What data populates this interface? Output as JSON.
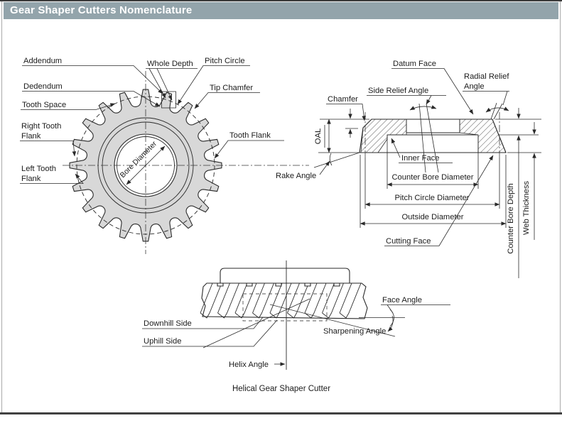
{
  "header": {
    "title": "Gear Shaper Cutters Nomenclature"
  },
  "colors": {
    "header_bg": "#93a4ab",
    "header_text": "#ffffff",
    "gear_fill": "#d8d8d8",
    "line": "#2a2a2a"
  },
  "front_view": {
    "addendum": "Addendum",
    "dedendum": "Dedendum",
    "tooth_space": "Tooth Space",
    "right_tooth_flank": [
      "Right Tooth",
      "Flank"
    ],
    "left_tooth_flank": [
      "Left Tooth",
      "Flank"
    ],
    "whole_depth": "Whole Depth",
    "pitch_circle": "Pitch Circle",
    "tip_chamfer": "Tip Chamfer",
    "tooth_flank": "Tooth Flank",
    "bore_diameter": "Bore Diameter"
  },
  "section_view": {
    "datum_face": "Datum Face",
    "radial_relief_angle": [
      "Radial Relief",
      "Angle"
    ],
    "side_relief_angle": "Side Relief Angle",
    "chamfer": "Chamfer",
    "oal": "OAL",
    "rake_angle": "Rake Angle",
    "inner_face": "Inner Face",
    "counter_bore_diameter": "Counter Bore Diameter",
    "pitch_circle_diameter": "Pitch Circle Diameter",
    "outside_diameter": "Outside Diameter",
    "cutting_face": "Cutting Face",
    "counter_bore_depth": "Counter Bore Depth",
    "web_thickness": "Web Thickness"
  },
  "helical_view": {
    "face_angle": "Face Angle",
    "sharpening_angle": "Sharpening Angle",
    "downhill_side": "Downhill Side",
    "uphill_side": "Uphill Side",
    "helix_angle": "Helix Angle",
    "caption": "Helical Gear Shaper Cutter"
  }
}
